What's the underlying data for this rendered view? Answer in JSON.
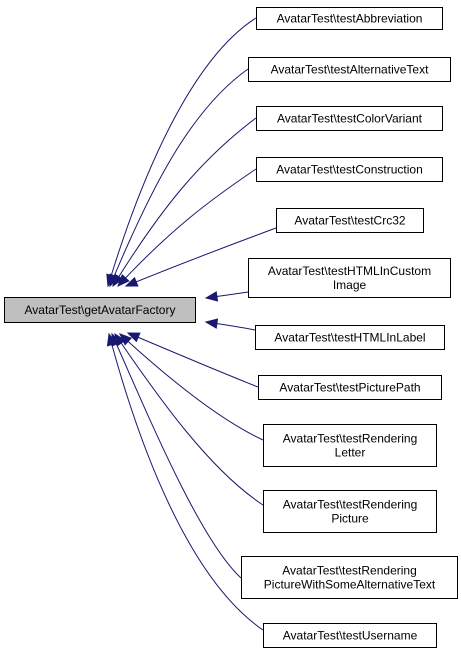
{
  "graph": {
    "root": {
      "label": "AvatarTest\\getAvatarFactory"
    },
    "callers": [
      {
        "lines": [
          "AvatarTest\\testAbbreviation"
        ]
      },
      {
        "lines": [
          "AvatarTest\\testAlternativeText"
        ]
      },
      {
        "lines": [
          "AvatarTest\\testColorVariant"
        ]
      },
      {
        "lines": [
          "AvatarTest\\testConstruction"
        ]
      },
      {
        "lines": [
          "AvatarTest\\testCrc32"
        ]
      },
      {
        "lines": [
          "AvatarTest\\testHTMLInCustom",
          "Image"
        ]
      },
      {
        "lines": [
          "AvatarTest\\testHTMLInLabel"
        ]
      },
      {
        "lines": [
          "AvatarTest\\testPicturePath"
        ]
      },
      {
        "lines": [
          "AvatarTest\\testRendering",
          "Letter"
        ]
      },
      {
        "lines": [
          "AvatarTest\\testRendering",
          "Picture"
        ]
      },
      {
        "lines": [
          "AvatarTest\\testRendering",
          "PictureWithSomeAlternativeText"
        ]
      },
      {
        "lines": [
          "AvatarTest\\testUsername"
        ]
      }
    ],
    "colors": {
      "edge": "#191970",
      "root_fill": "#bfbfbf",
      "node_fill": "#ffffff",
      "border": "#000000"
    }
  }
}
